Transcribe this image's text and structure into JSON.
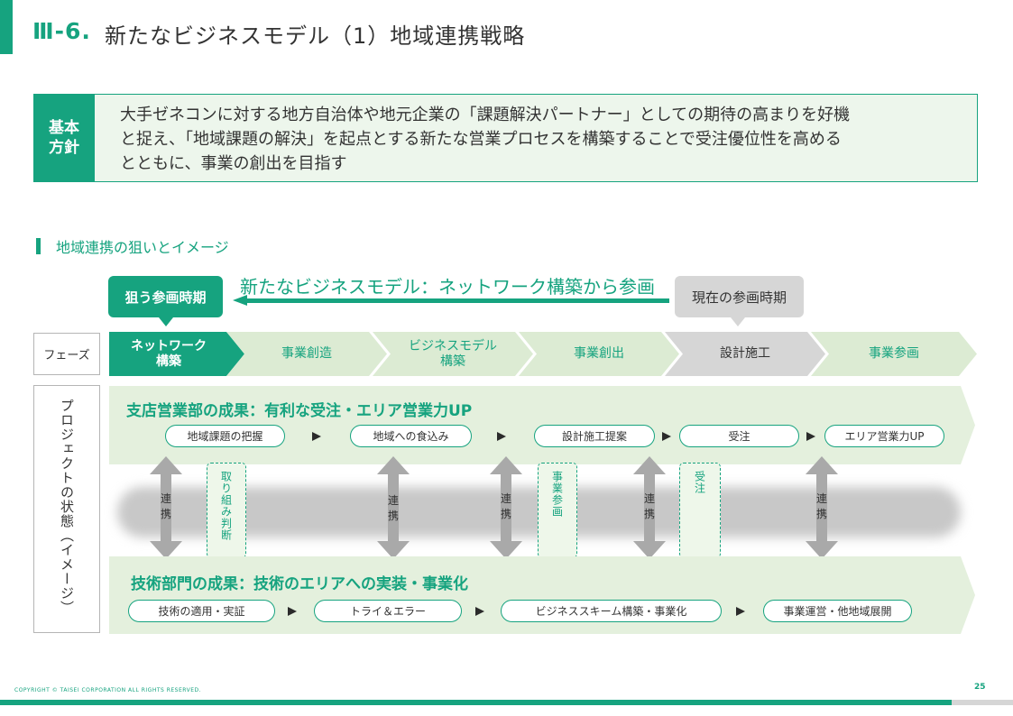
{
  "header": {
    "section_number": "Ⅲ-6.",
    "title": "新たなビジネスモデル（1）地域連携戦略"
  },
  "policy": {
    "label_line1": "基本",
    "label_line2": "方針",
    "text_line1": "大手ゼネコンに対する地方自治体や地元企業の「課題解決パートナー」としての期待の高まりを好機",
    "text_line2": "と捉え、「地域課題の解決」を起点とする新たな営業プロセスを構築することで受注優位性を高める",
    "text_line3": "とともに、事業の創出を目指す"
  },
  "subsection": {
    "title": "地域連携の狙いとイメージ"
  },
  "timeline": {
    "target_label": "狙う参画時期",
    "current_label": "現在の参画時期",
    "arrow_title": "新たなビジネスモデル：ネットワーク構築から参画"
  },
  "phases": {
    "label": "フェーズ",
    "items": [
      {
        "line1": "ネットワーク",
        "line2": "構築"
      },
      {
        "line1": "事業創造",
        "line2": ""
      },
      {
        "line1": "ビジネスモデル",
        "line2": "構築"
      },
      {
        "line1": "事業創出",
        "line2": ""
      },
      {
        "line1": "設計施工",
        "line2": ""
      },
      {
        "line1": "事業参画",
        "line2": ""
      }
    ]
  },
  "project": {
    "label": "プロジェクトの状態（イメージ）",
    "branch": {
      "title": "支店営業部の成果：有利な受注・エリア営業力UP",
      "steps": [
        "地域課題の把握",
        "地域への食込み",
        "設計施工提案",
        "受注",
        "エリア営業力UP"
      ]
    },
    "tech": {
      "title": "技術部門の成果：技術のエリアへの実装・事業化",
      "steps": [
        "技術の適用・実証",
        "トライ＆エラー",
        "ビジネススキーム構築・事業化",
        "事業運営・他地域展開"
      ]
    },
    "link_label": "連携",
    "link_label_char1": "連",
    "link_label_char2": "携",
    "milestones": [
      "取り組み判断",
      "事業参画",
      "受注"
    ]
  },
  "colors": {
    "accent": "#16a37f",
    "band": "#e4f0dd",
    "gray": "#d6d6d6"
  },
  "footer": {
    "copyright": "COPYRIGHT © TAISEI CORPORATION ALL RIGHTS RESERVED.",
    "page_number": "25"
  }
}
